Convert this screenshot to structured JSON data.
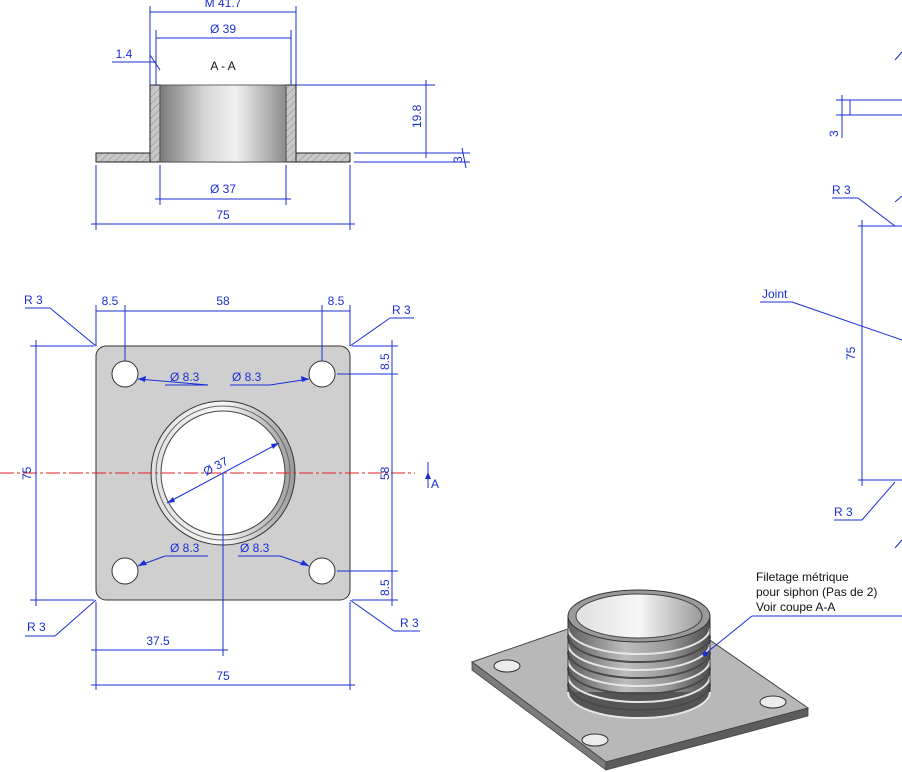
{
  "section": {
    "title": "A - A",
    "dims": {
      "outer_thread": "M 41.7",
      "outer_dia": "Ø 39",
      "wall": "1.4",
      "height": "19.8",
      "plate_thk": "3",
      "inner_dia": "Ø 37",
      "width": "75"
    }
  },
  "plan": {
    "r_top_left": "R 3",
    "r_top_right": "R 3",
    "r_bottom_left": "R 3",
    "r_bottom_right": "R 3",
    "edge_top_left": "8.5",
    "edge_top_right": "8.5",
    "hole_spacing_top": "58",
    "edge_right_top": "8.5",
    "edge_right_bottom": "8.5",
    "hole_spacing_right": "58",
    "height_left": "75",
    "hole_tl": "Ø 8.3",
    "hole_tr": "Ø 8.3",
    "hole_bl": "Ø 8.3",
    "hole_br": "Ø 8.3",
    "bore": "Ø 37",
    "center_offset": "37.5",
    "width_bottom": "75",
    "section_mark": "A"
  },
  "side": {
    "thk": "3",
    "r_top": "R 3",
    "joint": "Joint",
    "height": "75",
    "r_bottom": "R 3"
  },
  "note": {
    "line1": "Filetage métrique",
    "line2": "pour siphon (Pas de 2)",
    "line3": "Voir coupe A-A"
  }
}
